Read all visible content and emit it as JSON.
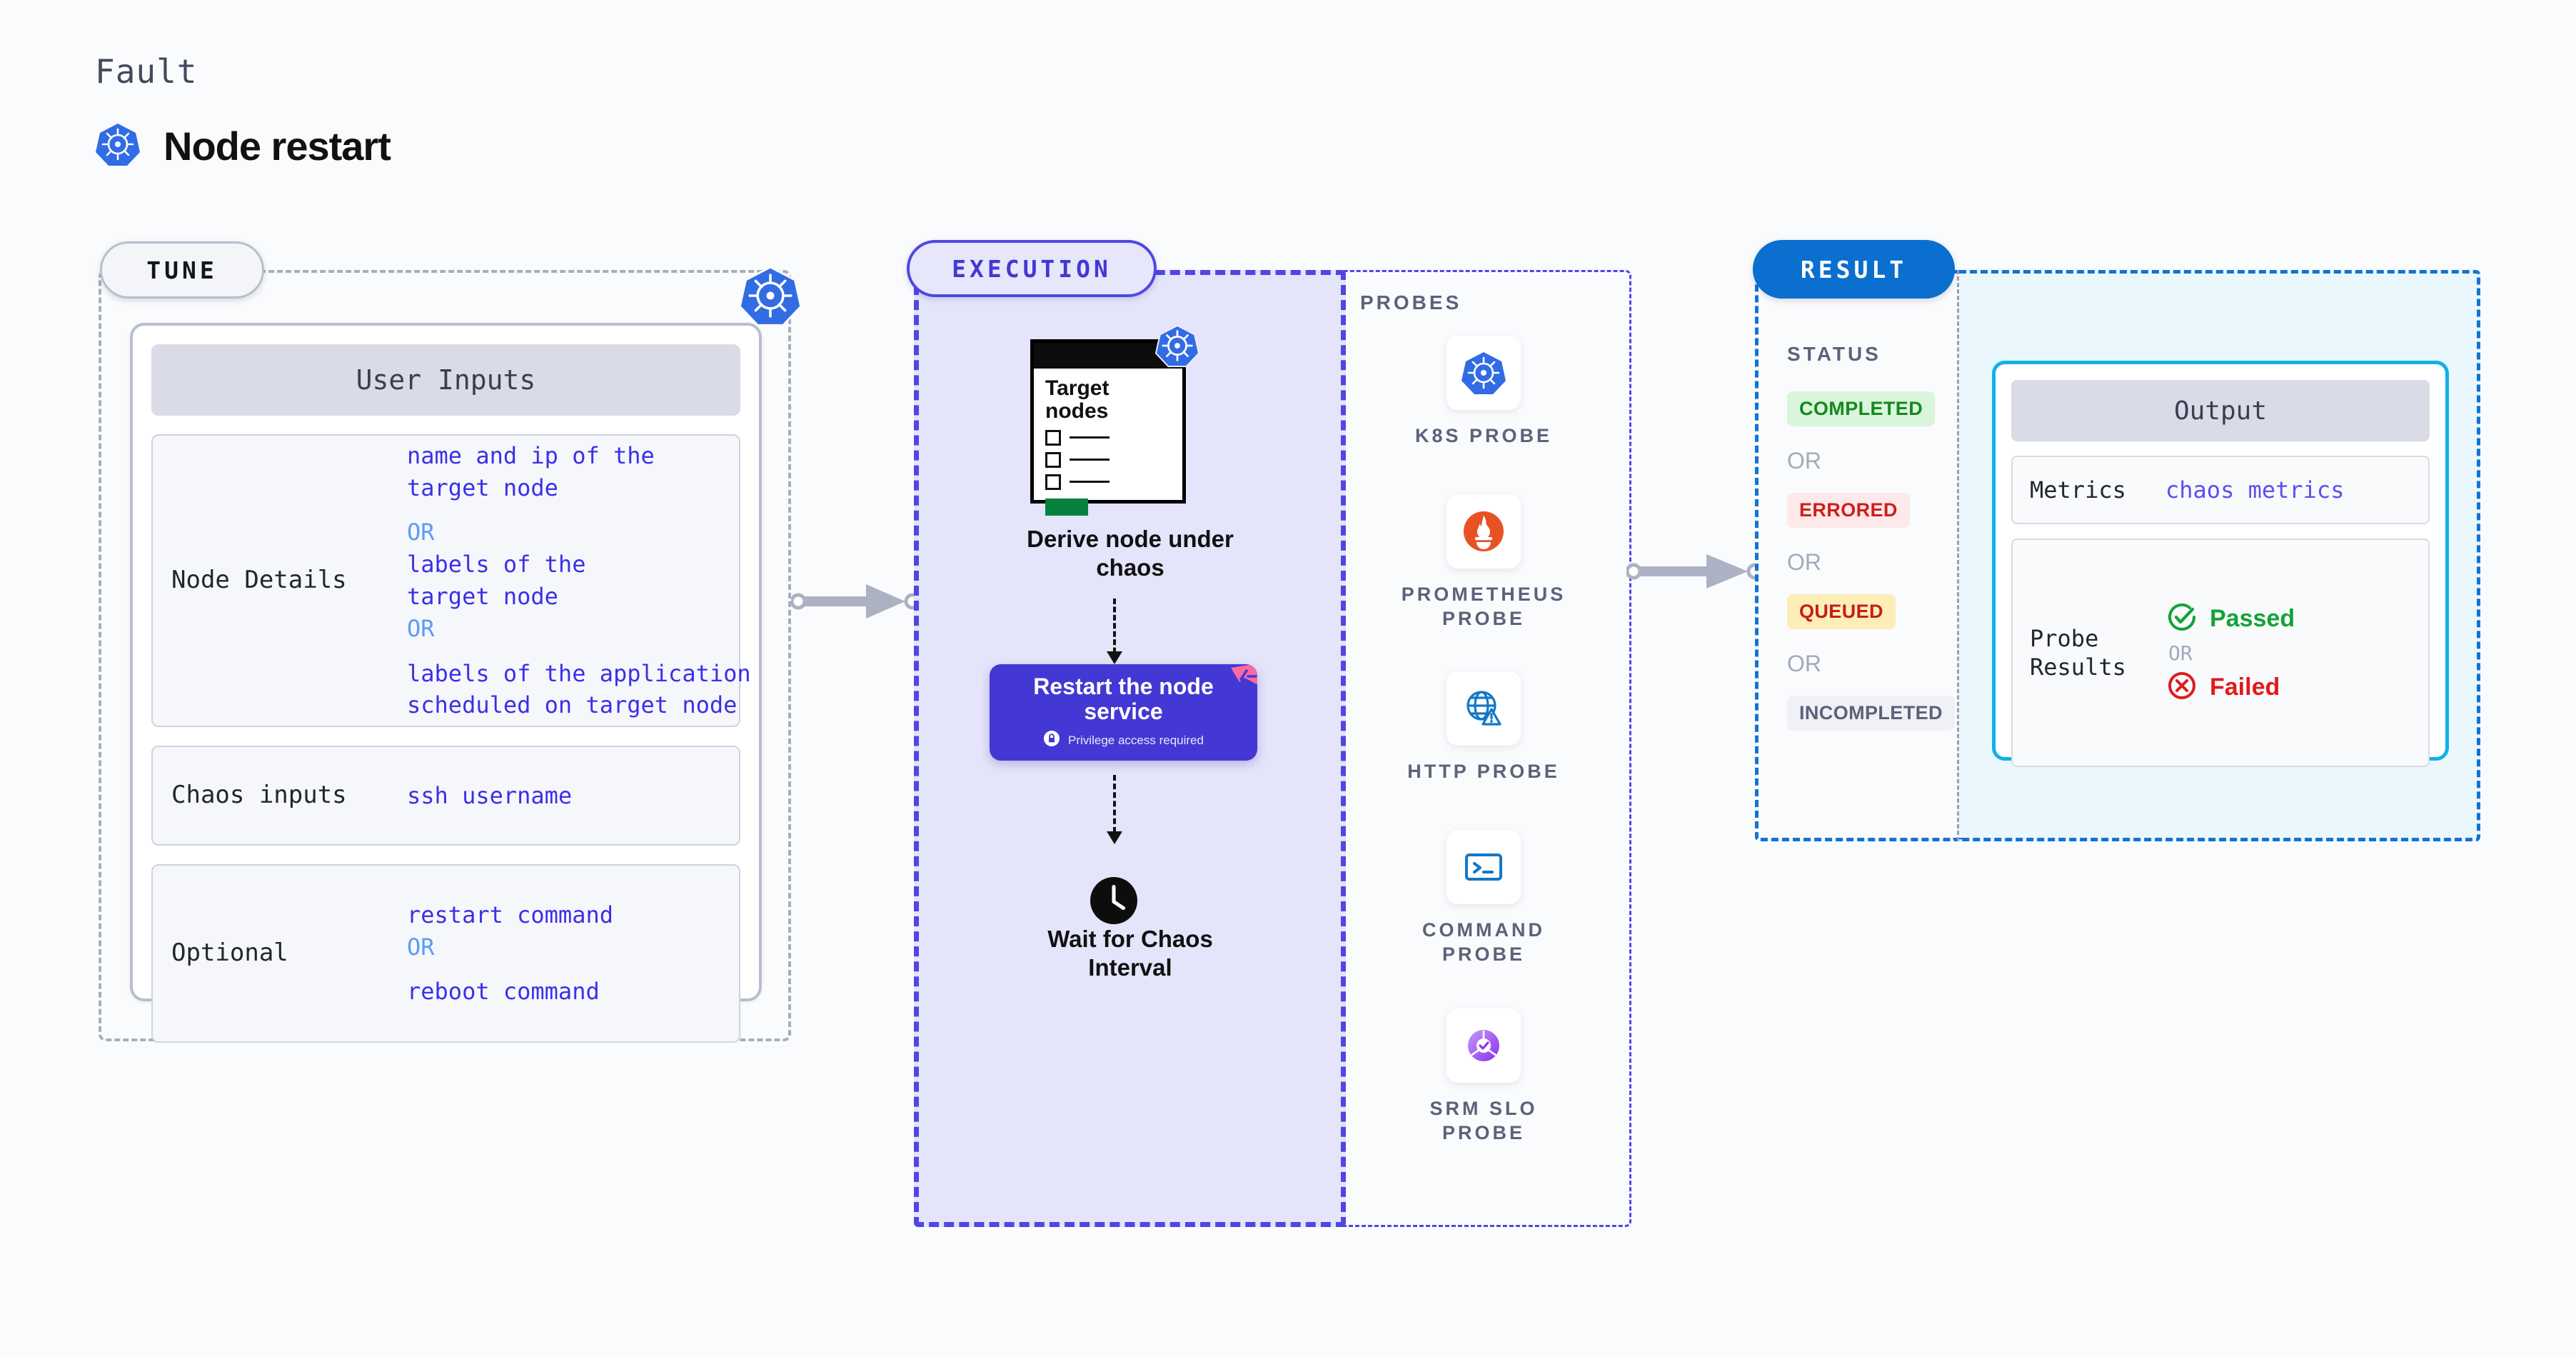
{
  "header": {
    "kicker": "Fault",
    "title": "Node restart",
    "icon": "kubernetes-icon"
  },
  "tune": {
    "chip_label": "TUNE",
    "badge_icon": "kubernetes-icon",
    "card_title": "User Inputs",
    "rows": [
      {
        "label": "Node Details",
        "values": [
          "name and ip of the target node",
          "labels of the target node",
          "labels of the application\n scheduled on target node"
        ],
        "separators": [
          "OR",
          "OR"
        ]
      },
      {
        "label": "Chaos inputs",
        "values": [
          "ssh username"
        ],
        "separators": []
      },
      {
        "label": "Optional",
        "values": [
          "restart command",
          "reboot command"
        ],
        "separators": [
          "OR"
        ]
      }
    ],
    "row0_v0_line1": "name and ip of the",
    "row0_v0_line2": "target node",
    "row0_or1": "OR",
    "row0_v1_line1": "labels of the",
    "row0_v1_line2": "target node",
    "row0_or2": "OR",
    "row0_v2_line1": "labels of the application",
    "row0_v2_line2": " scheduled on target node",
    "row1_label": "Chaos inputs",
    "row1_v0": "ssh username",
    "row2_label": "Optional",
    "row2_v0": "restart command",
    "row2_or": "OR",
    "row2_v1": "reboot command",
    "row0_label": "Node Details"
  },
  "execution": {
    "chip_label": "EXECUTION",
    "target_card": {
      "title_line1": "Target",
      "title_line2": "nodes",
      "badge_icon": "kubernetes-icon"
    },
    "steps": [
      {
        "caption_line1": "Derive node under",
        "caption_line2": "chaos"
      },
      {
        "caption_line1": "Wait for Chaos",
        "caption_line2": "Interval"
      }
    ],
    "derive_caption_l1": "Derive node under",
    "derive_caption_l2": "chaos",
    "wait_caption_l1": "Wait for Chaos",
    "wait_caption_l2": "Interval",
    "restart_box": {
      "title_line1": "Restart the node",
      "title_line2": "service",
      "note": "Privilege access required",
      "note_icon": "lock-icon",
      "corner_icon": "bomb-icon"
    },
    "clock_icon": "clock-icon"
  },
  "probes": {
    "section_label": "PROBES",
    "items": [
      {
        "icon": "kubernetes-icon",
        "label_line1": "K8S PROBE",
        "label_line2": ""
      },
      {
        "icon": "prometheus-icon",
        "label_line1": "PROMETHEUS",
        "label_line2": "PROBE"
      },
      {
        "icon": "globe-warning-icon",
        "label_line1": "HTTP PROBE",
        "label_line2": ""
      },
      {
        "icon": "terminal-icon",
        "label_line1": "COMMAND",
        "label_line2": "PROBE"
      },
      {
        "icon": "srm-slo-icon",
        "label_line1": "SRM SLO",
        "label_line2": "PROBE"
      }
    ]
  },
  "result": {
    "chip_label": "RESULT",
    "status_heading": "STATUS",
    "statuses": [
      {
        "label": "COMPLETED",
        "bg": "#d9f5dc",
        "fg": "#15891f"
      },
      {
        "label": "ERRORED",
        "bg": "#fde9e9",
        "fg": "#cd1f1f"
      },
      {
        "label": "QUEUED",
        "bg": "#fdeeb9",
        "fg": "#c41d1d"
      },
      {
        "label": "INCOMPLETED",
        "bg": "#f0f1f6",
        "fg": "#5c6279"
      }
    ],
    "status_completed": "COMPLETED",
    "status_errored": "ERRORED",
    "status_queued": "QUEUED",
    "status_incompleted": "INCOMPLETED",
    "or_label": "OR",
    "output": {
      "title": "Output",
      "metrics_label": "Metrics",
      "metrics_value": "chaos metrics",
      "probe_label_line1": "Probe",
      "probe_label_line2": "Results",
      "passed": "Passed",
      "failed": "Failed",
      "or": "OR",
      "passed_icon": "check-circle-icon",
      "failed_icon": "x-circle-icon"
    }
  },
  "colors": {
    "accent_indigo": "#4338d4",
    "accent_blue": "#0a6fce",
    "accent_cyan": "#12b0e8",
    "k8s_blue": "#326ce5",
    "value_blue": "#3b30e8",
    "or_blue": "#5b9cf6"
  }
}
